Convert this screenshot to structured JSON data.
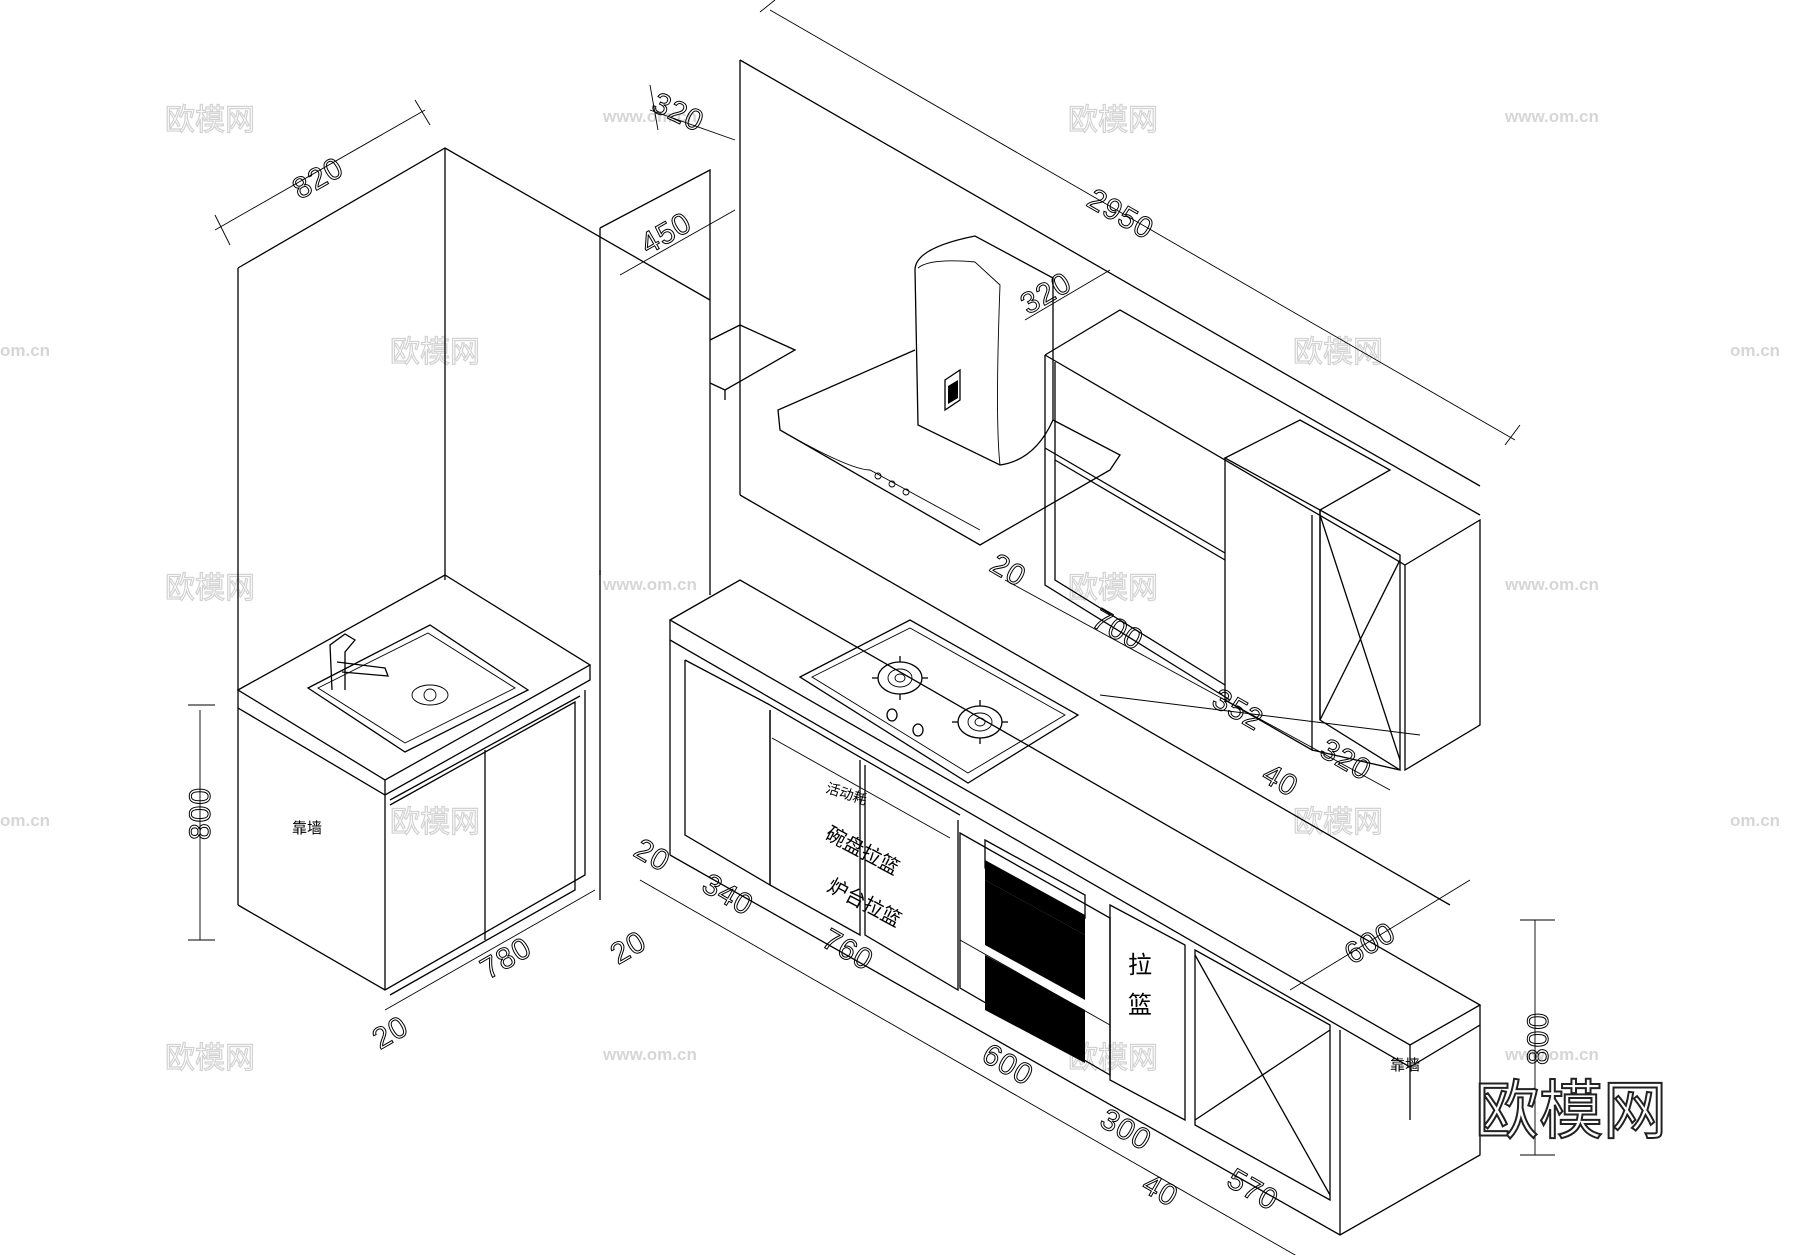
{
  "drawing": {
    "labels": {
      "against_wall_left": "靠墙",
      "against_wall_right": "靠墙",
      "movable_shelf": "活动耗",
      "bowl_basket": "碗盘拉篮",
      "stove_basket": "炉台拉篮",
      "basket_char_1": "拉",
      "basket_char_2": "篮"
    },
    "dimensions": {
      "d820": "820",
      "d320_top": "320",
      "d450": "450",
      "d2950": "2950",
      "d320_hood": "320",
      "d20_upper": "20",
      "d700": "700",
      "d352": "352",
      "d320_right": "320",
      "d40_upper": "40",
      "d600_depth": "600",
      "d800_left": "800",
      "d800_right": "800",
      "d780": "780",
      "d20_sink": "20",
      "d20_340": "20",
      "d340": "340",
      "d20_corner": "20",
      "d760": "760",
      "d600_oven": "600",
      "d300": "300",
      "d40_lower": "40",
      "d570": "570"
    }
  },
  "watermark": {
    "brand": "欧模网",
    "url": "www.om.cn",
    "url_partial": "om.cn",
    "logo_text": "欧模网"
  }
}
